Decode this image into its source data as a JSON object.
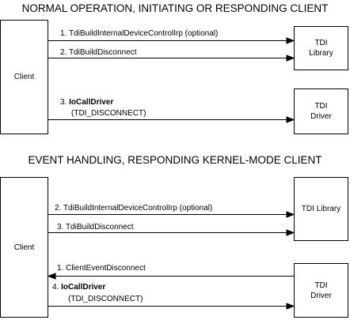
{
  "diagram1": {
    "title": "NORMAL OPERATION, INITIATING OR RESPONDING CLIENT",
    "client": "Client",
    "library": [
      "TDI",
      "Library"
    ],
    "driver": [
      "TDI",
      "Driver"
    ],
    "msg1": "1. TdiBuildInternalDeviceControlIrp (optional)",
    "msg2": "2. TdiBuildDisconnect",
    "msg3_num": "3. ",
    "msg3_call": "IoCallDriver",
    "msg3_param": "(TDI_DISCONNECT)"
  },
  "diagram2": {
    "title": "EVENT HANDLING, RESPONDING KERNEL-MODE CLIENT",
    "client": "Client",
    "library": "TDI Library",
    "driver": [
      "TDI",
      "Driver"
    ],
    "msg2": "2. TdiBuildInternalDeviceControlIrp (optional)",
    "msg3": "3. TdiBuildDisconnect",
    "msg1": "1. ClientEventDisconnect",
    "msg4_num": "4. ",
    "msg4_call": "IoCallDriver",
    "msg4_param": "(TDI_DISCONNECT)"
  }
}
